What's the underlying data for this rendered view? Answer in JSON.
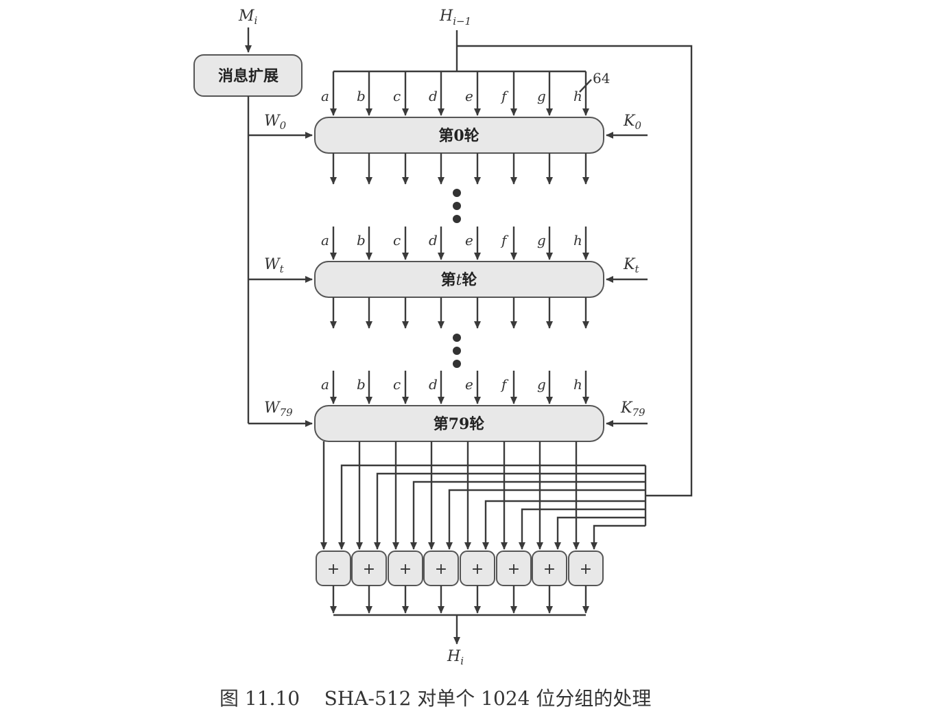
{
  "inputs": {
    "message": "Mi",
    "message_var": "M",
    "message_sub": "i",
    "hash_in_var": "H",
    "hash_in_sub": "i−1",
    "bus_width": "64",
    "hash_out_var": "H",
    "hash_out_sub": "i"
  },
  "expansion_box": "消息扩展",
  "variables": [
    "a",
    "b",
    "c",
    "d",
    "e",
    "f",
    "g",
    "h"
  ],
  "rounds": [
    {
      "label": "第0轮",
      "w_var": "W",
      "w_sub": "0",
      "k_var": "K",
      "k_sub": "0"
    },
    {
      "label": "第t轮",
      "label_pre": "第",
      "label_var": "t",
      "label_post": "轮",
      "w_var": "W",
      "w_sub": "t",
      "k_var": "K",
      "k_sub": "t"
    },
    {
      "label": "第79轮",
      "w_var": "W",
      "w_sub": "79",
      "k_var": "K",
      "k_sub": "79"
    }
  ],
  "adder_symbol": "+",
  "caption": "图 11.10    SHA-512 对单个 1024 位分组的处理"
}
